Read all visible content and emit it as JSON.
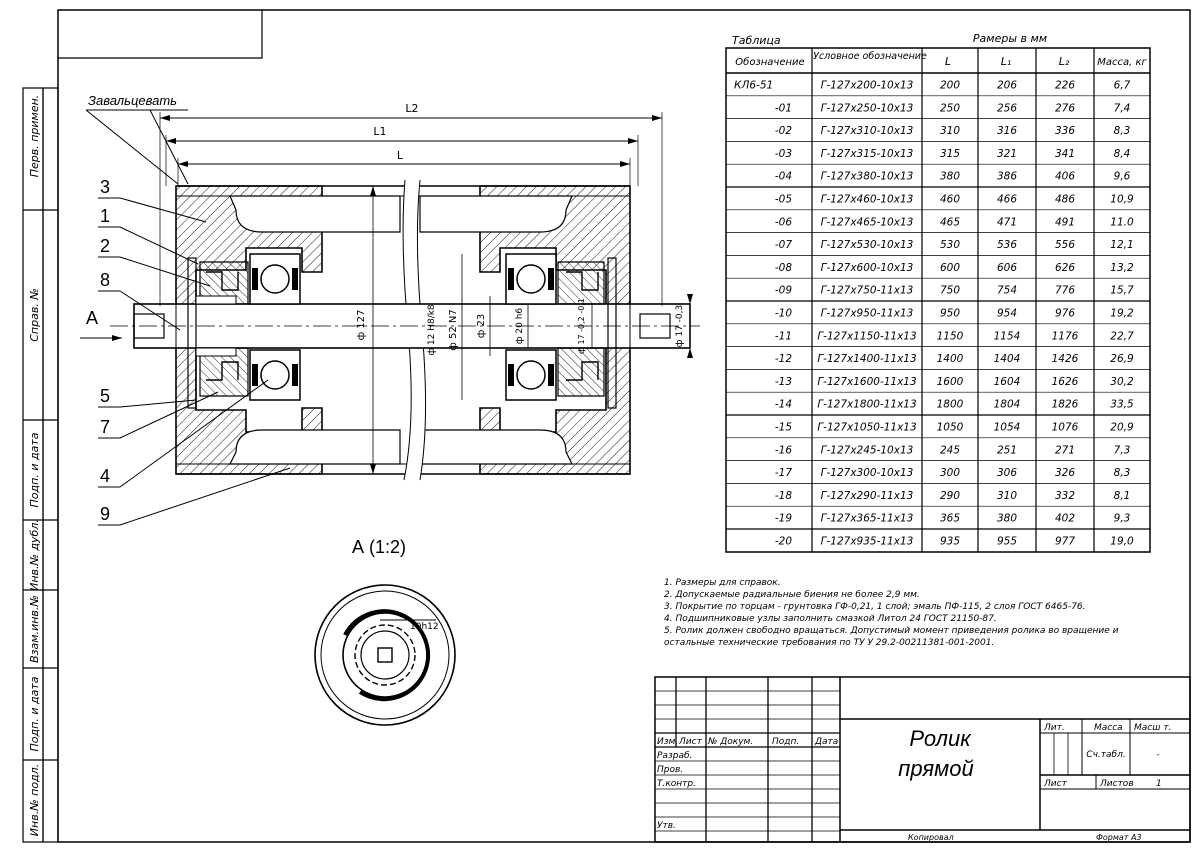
{
  "side_stamp": [
    "Перв. примен.",
    "Справ. №",
    "Подп. и дата",
    "Инв.№ дубл.",
    "Взам.инв.№",
    "Подп. и дата",
    "Инв.№ подл."
  ],
  "drawing": {
    "callout": "Завальцевать",
    "dims": {
      "L2": "L2",
      "L1": "L1",
      "L": "L"
    },
    "view_arrow": "A",
    "positions": [
      "3",
      "1",
      "2",
      "8",
      "5",
      "7",
      "4",
      "9"
    ],
    "diameters": [
      "ф 127",
      "ф 12 H8/k8",
      "ф 52 N7",
      "ф 23",
      "ф 20 h6",
      "ф 17 -0,2 -0,1",
      "ф 17 -0,3"
    ],
    "section_title": "А (1:2)",
    "section_dim": "10h12"
  },
  "table": {
    "caption": "Таблица",
    "group_header": "Рамеры в мм",
    "headers": [
      "Обозначение",
      "Условное обозначение",
      "L",
      "L₁",
      "L₂",
      "Масса, кг"
    ],
    "rows": [
      [
        "КЛ6-51",
        "Г-127x200-10x13",
        "200",
        "206",
        "226",
        "6,7"
      ],
      [
        "-01",
        "Г-127x250-10x13",
        "250",
        "256",
        "276",
        "7,4"
      ],
      [
        "-02",
        "Г-127x310-10x13",
        "310",
        "316",
        "336",
        "8,3"
      ],
      [
        "-03",
        "Г-127x315-10x13",
        "315",
        "321",
        "341",
        "8,4"
      ],
      [
        "-04",
        "Г-127x380-10x13",
        "380",
        "386",
        "406",
        "9,6"
      ],
      [
        "-05",
        "Г-127x460-10x13",
        "460",
        "466",
        "486",
        "10,9"
      ],
      [
        "-06",
        "Г-127x465-10x13",
        "465",
        "471",
        "491",
        "11.0"
      ],
      [
        "-07",
        "Г-127x530-10x13",
        "530",
        "536",
        "556",
        "12,1"
      ],
      [
        "-08",
        "Г-127x600-10x13",
        "600",
        "606",
        "626",
        "13,2"
      ],
      [
        "-09",
        "Г-127x750-11x13",
        "750",
        "754",
        "776",
        "15,7"
      ],
      [
        "-10",
        "Г-127x950-11x13",
        "950",
        "954",
        "976",
        "19,2"
      ],
      [
        "-11",
        "Г-127x1150-11x13",
        "1150",
        "1154",
        "1176",
        "22,7"
      ],
      [
        "-12",
        "Г-127x1400-11x13",
        "1400",
        "1404",
        "1426",
        "26,9"
      ],
      [
        "-13",
        "Г-127x1600-11x13",
        "1600",
        "1604",
        "1626",
        "30,2"
      ],
      [
        "-14",
        "Г-127x1800-11x13",
        "1800",
        "1804",
        "1826",
        "33,5"
      ],
      [
        "-15",
        "Г-127x1050-11x13",
        "1050",
        "1054",
        "1076",
        "20,9"
      ],
      [
        "-16",
        "Г-127x245-10x13",
        "245",
        "251",
        "271",
        "7,3"
      ],
      [
        "-17",
        "Г-127x300-10x13",
        "300",
        "306",
        "326",
        "8,3"
      ],
      [
        "-18",
        "Г-127x290-11x13",
        "290",
        "310",
        "332",
        "8,1"
      ],
      [
        "-19",
        "Г-127x365-11x13",
        "365",
        "380",
        "402",
        "9,3"
      ],
      [
        "-20",
        "Г-127x935-11x13",
        "935",
        "955",
        "977",
        "19,0"
      ]
    ]
  },
  "notes": [
    "1.  Размеры для справок.",
    "2.  Допускаемые радиальные биения не более 2,9 мм.",
    "3.  Покрытие по торцам - грунтовка ГФ-0,21, 1 слой; эмаль ПФ-115, 2 слоя ГОСТ 6465-76.",
    "4.  Подшипниковые узлы заполнить смазкой Литол 24 ГОСТ 21150-87.",
    "5.  Ролик должен свободно вращаться. Допустимый момент приведения ролика во вращение  и",
    "      остальные технические  требования по ТУ У 29.2-00211381-001-2001."
  ],
  "title_block": {
    "col_headers": [
      "Изм.",
      "Лист",
      "№ Докум.",
      "Подп.",
      "Дата"
    ],
    "row_labels": [
      "Разраб.",
      "Пров.",
      "Т.контр.",
      "Утв."
    ],
    "title_line1": "Ролик",
    "title_line2": "прямой",
    "lit_header": "Лит.",
    "mass_header": "Масса",
    "scale_header": "Масш т.",
    "mass_value": "Сч.табл.",
    "scale_value": "-",
    "sheet_label": "Лист",
    "sheets_label": "Листов",
    "sheets_value": "1",
    "copied": "Копировал",
    "format": "Формат А3"
  }
}
